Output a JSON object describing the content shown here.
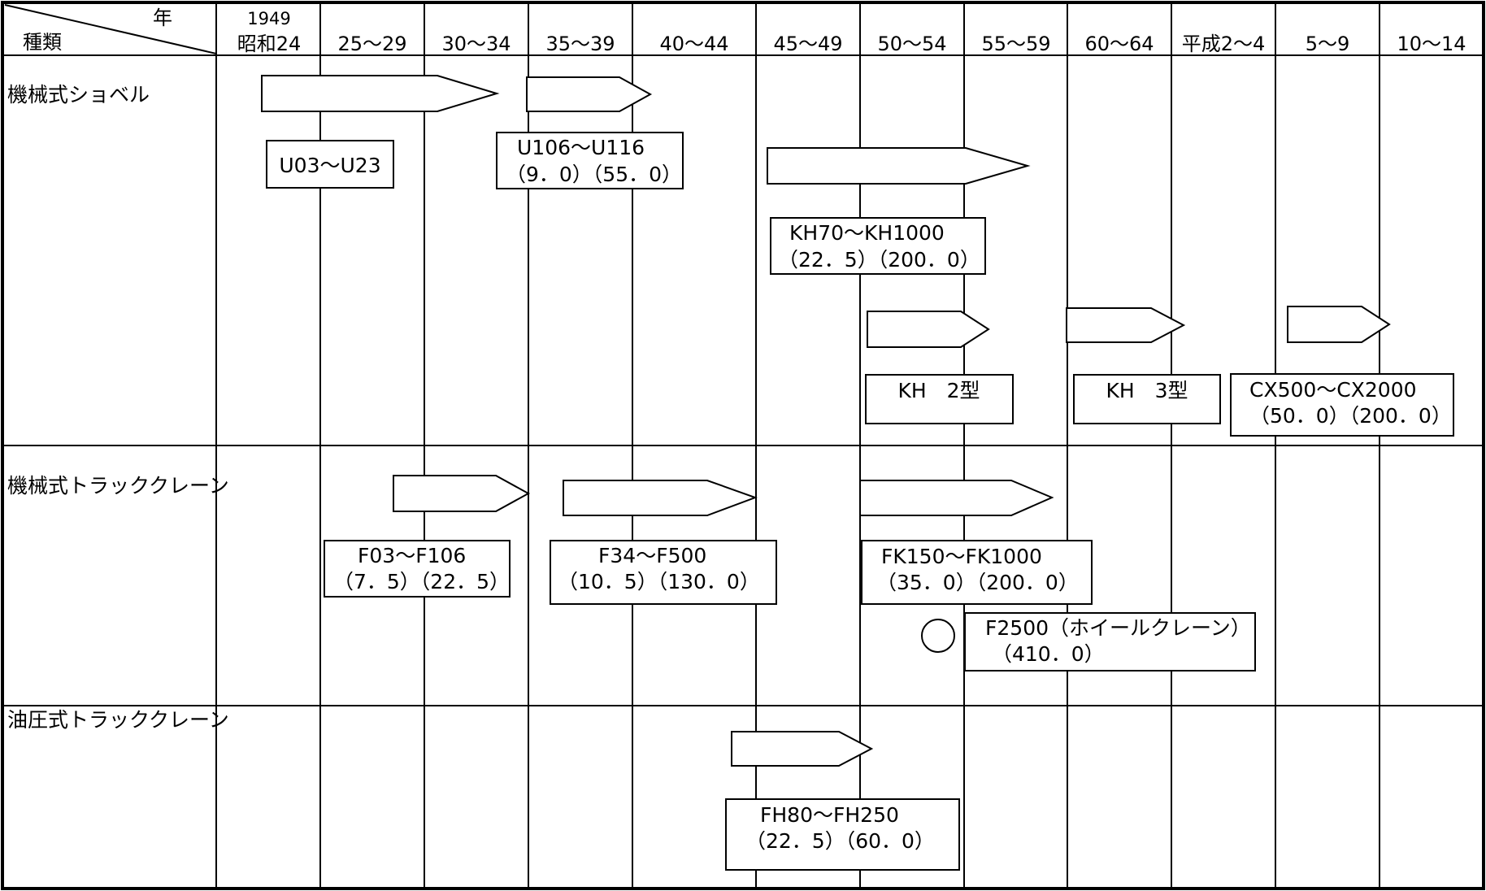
{
  "header": {
    "corner_top": "年",
    "corner_bottom": "種類",
    "first_year": "1949",
    "periods": [
      "昭和24",
      "25～29",
      "30～34",
      "35～39",
      "40～44",
      "45～49",
      "50～54",
      "55～59",
      "60～64",
      "平成2～4",
      "5～9",
      "10～14"
    ]
  },
  "categories": [
    "機械式ショベル",
    "機械式トラッククレーン",
    "油圧式トラッククレーン"
  ],
  "labels": {
    "u03": [
      "U03～U23"
    ],
    "u106": [
      "U106～U116",
      "（9．0）（55．0）"
    ],
    "kh70": [
      "KH70～KH1000",
      "（22．5）（200．0）"
    ],
    "kh2": [
      "KH　2型"
    ],
    "kh3": [
      "KH　3型"
    ],
    "cx": [
      "CX500～CX2000",
      "（50．0）（200．0）"
    ],
    "f03": [
      "F03～F106",
      "（7．5）（22．5）"
    ],
    "f34": [
      "F34～F500",
      "（10．5）（130．0）"
    ],
    "fk150": [
      "FK150～FK1000",
      "（35．0）（200．0）"
    ],
    "f2500": [
      "F2500（ホイールクレーン）",
      "（410．0）"
    ],
    "fh80": [
      "FH80～FH250",
      "（22．5）（60．0）"
    ]
  },
  "colors": {
    "line": "#000000",
    "fill": "#ffffff"
  }
}
